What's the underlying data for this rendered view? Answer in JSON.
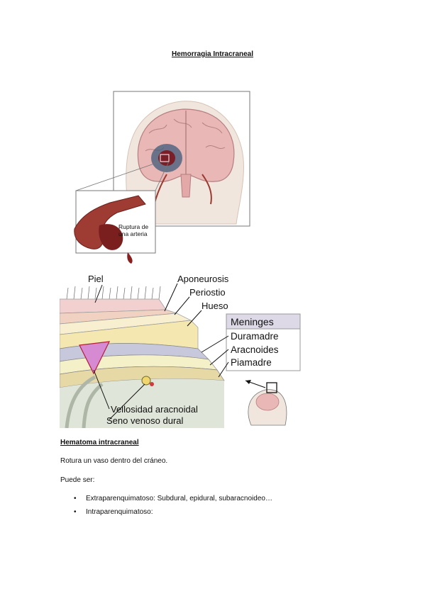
{
  "document": {
    "title": "Hemorragia Intracraneal",
    "figure1": {
      "callout_line1": "Ruptura de",
      "callout_line2": "una arteria"
    },
    "figure2": {
      "labels": {
        "piel": "Piel",
        "aponeurosis": "Aponeurosis",
        "periostio": "Periostio",
        "hueso": "Hueso",
        "vellosidad": "Vellosidad aracnoidal",
        "seno": "Seno venoso dural"
      },
      "meninges_box": {
        "title": "Meninges",
        "items": [
          "Duramadre",
          "Aracnoides",
          "Piamadre"
        ]
      }
    },
    "section_heading": "Hematoma intracraneal",
    "paragraph1": "Rotura un vaso dentro del cráneo.",
    "paragraph2": "Puede ser:",
    "bullets": [
      "Extraparenquimatoso: Subdural, epidural, subaracnoideo…",
      "Intraparenquimatoso:"
    ],
    "bullet_glyph": "•"
  }
}
